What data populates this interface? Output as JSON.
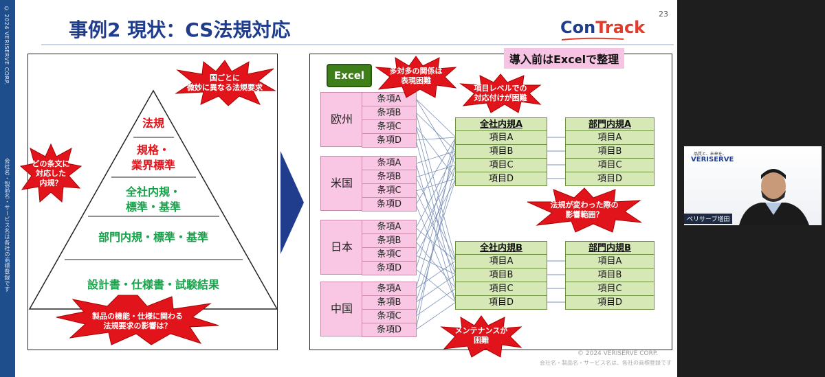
{
  "slide": {
    "title": "事例2 現状：CS法規対応",
    "page_number": "23",
    "logo": {
      "part1": "Con",
      "part2": "Track"
    },
    "sidebar_copyright": "© 2024 VERISERVE CORP.",
    "sidebar_note": "会社名・製品名・サービス名は各社の商標登録です",
    "footer_copyright": "© 2024 VERISERVE CORP.",
    "footer_note": "会社名・製品名・サービス名は、各社の商標登録です"
  },
  "pyramid": {
    "levels": [
      "法規",
      "規格・\n業界標準",
      "全社内規・\n標準・基準",
      "部門内規・標準・基準",
      "設計書・仕様書・試験結果"
    ],
    "bursts": [
      "国ごとに\n微妙に異なる法規要求",
      "どの条文に\n対応した\n内規？",
      "製品の機能・仕様に関わる\n法規要求の影響は？"
    ]
  },
  "excel": {
    "badge": "Excel",
    "intro_label": "導入前はExcelで整理",
    "bursts": [
      "多対多の関係は\n表現困難",
      "項目レベルでの\n対応付けが困難",
      "法規が変わった際の\n影響範囲？",
      "メンテナンスが\n困難"
    ],
    "countries": [
      {
        "name": "欧州",
        "clauses": [
          "条項A",
          "条項B",
          "条項C",
          "条項D"
        ]
      },
      {
        "name": "米国",
        "clauses": [
          "条項A",
          "条項B",
          "条項C",
          "条項D"
        ]
      },
      {
        "name": "日本",
        "clauses": [
          "条項A",
          "条項B",
          "条項C",
          "条項D"
        ]
      },
      {
        "name": "中国",
        "clauses": [
          "条項A",
          "条項B",
          "条項C",
          "条項D"
        ]
      }
    ],
    "rule_tables": [
      {
        "title": "全社内規A",
        "items": [
          "項目A",
          "項目B",
          "項目C",
          "項目D"
        ]
      },
      {
        "title": "部門内規A",
        "items": [
          "項目A",
          "項目B",
          "項目C",
          "項目D"
        ]
      },
      {
        "title": "全社内規B",
        "items": [
          "項目A",
          "項目B",
          "項目C",
          "項目D"
        ]
      },
      {
        "title": "部門内規B",
        "items": [
          "項目A",
          "項目B",
          "項目C",
          "項目D"
        ]
      }
    ]
  },
  "video": {
    "brand_tagline": "品質と、未来を。",
    "brand_name": "VERISERVE",
    "speaker_name": "ベリサーブ増田"
  },
  "colors": {
    "title_blue": "#1f3d8c",
    "burst_red": "#e0141a",
    "pink": "#f9c6e3",
    "green": "#d6e8b5"
  }
}
